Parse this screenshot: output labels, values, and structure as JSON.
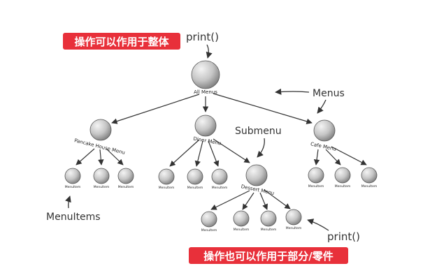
{
  "colors": {
    "banner_red": "#e8303a",
    "edge": "#333333",
    "node_light": "#f2f2f2",
    "node_dark": "#8a8a8a"
  },
  "annotations": {
    "whole_banner": "操作可以作用于整体",
    "part_banner": "操作也可以作用于部分/零件",
    "print_top": "print()",
    "print_bottom": "print()",
    "menus": "Menus",
    "submenu": "Submenu",
    "menuitems": "MenuItems"
  },
  "tree": {
    "root": "All Menus",
    "menus": {
      "pancake": "Pancake House Menu",
      "diner": "Diner Menu",
      "cafe": "Cafe Menu",
      "dessert": "Dessert Menu"
    },
    "item": "MenuItem"
  }
}
